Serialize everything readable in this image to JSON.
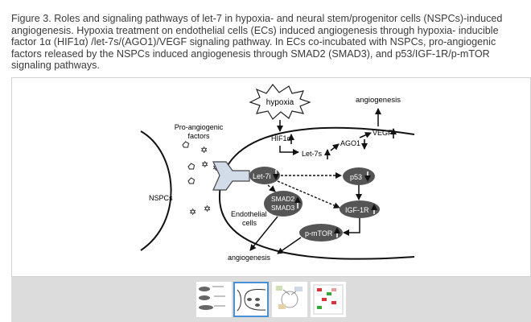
{
  "caption": "Figure 3. Roles and signaling pathways of let-7 in hypoxia- and neural stem/progenitor cells (NSPCs)-induced angiogenesis. Hypoxia treatment on endothelial cells (ECs) induced angiogenesis through hypoxia- inducible factor 1α (HIF1α) /let-7s/(AGO1)/VEGF signaling pathway. In ECs co-incubated with NSPCs, pro-angiogenic factors released by the NSPCs induced angiogenesis through SMAD2 (SMAD3), and p53/IGF-1R/p-mTOR signaling pathways.",
  "diagram": {
    "hypoxia": "hypoxia",
    "angiogenesis_top": "angiogenesis",
    "pro_angiogenic_line1": "Pro-angiogenic",
    "pro_angiogenic_line2": "factors",
    "hif1a": "HIF1α",
    "vegf": "VEGF",
    "ago1": "AGO1",
    "let7s": "Let-7s",
    "let7i": "Let-7i",
    "p53": "p53",
    "smad2": "SMAD2",
    "smad3": "SMAD3",
    "nspcs": "NSPCs",
    "endothelial_line1": "Endothelial",
    "endothelial_line2": "cells",
    "igf1r": "IGF-1R",
    "pmtor": "p-mTOR",
    "angiogenesis_bottom": "angiogenesis"
  },
  "thumbnails": [
    {
      "icon": "thumbnail-1",
      "selected": false
    },
    {
      "icon": "thumbnail-2",
      "selected": true
    },
    {
      "icon": "thumbnail-3",
      "selected": false
    },
    {
      "icon": "thumbnail-4",
      "selected": false
    }
  ]
}
